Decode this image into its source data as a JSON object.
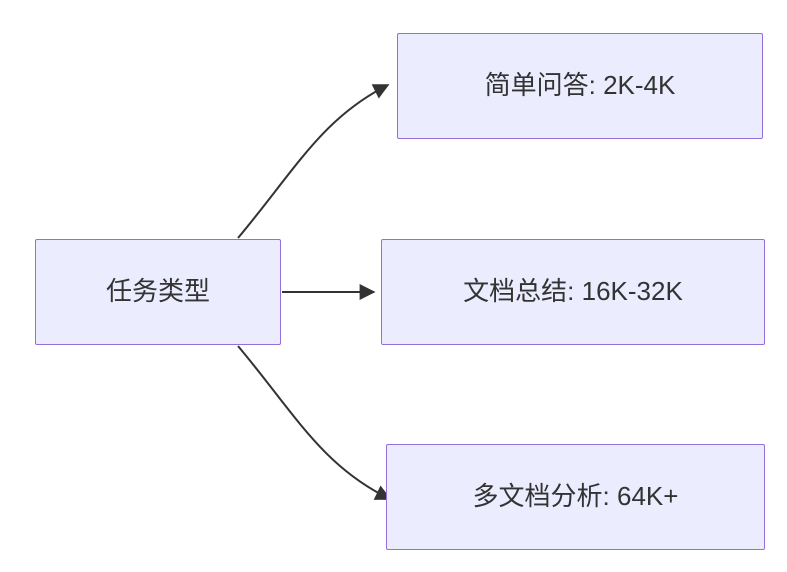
{
  "diagram": {
    "type": "flowchart-left-right",
    "root": {
      "label": "任务类型"
    },
    "nodes": [
      {
        "label": "简单问答: 2K-4K"
      },
      {
        "label": "文档总结: 16K-32K"
      },
      {
        "label": "多文档分析: 64K+"
      }
    ],
    "edges": [
      {
        "from": "任务类型",
        "to": "简单问答: 2K-4K"
      },
      {
        "from": "任务类型",
        "to": "文档总结: 16K-32K"
      },
      {
        "from": "任务类型",
        "to": "多文档分析: 64K+"
      }
    ],
    "colors": {
      "node_fill": "#ECECFF",
      "node_border": "#9370DB",
      "arrow": "#333333",
      "text": "#333333",
      "background": "#FFFFFF"
    }
  }
}
